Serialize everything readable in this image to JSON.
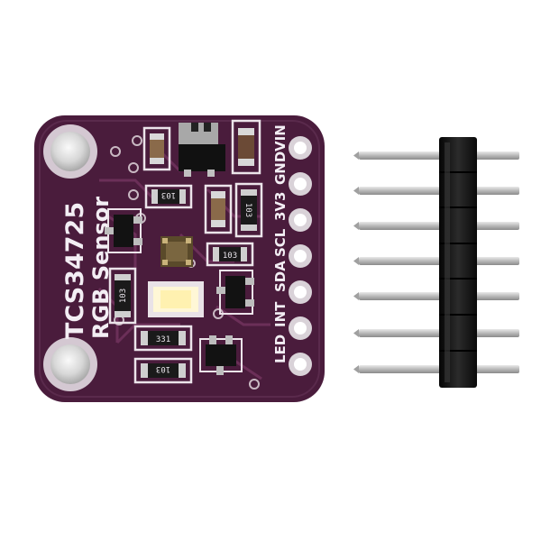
{
  "board": {
    "title": "TCS34725",
    "subtitle": "RGB Sensor",
    "pins": [
      "VIN",
      "GND",
      "3V3",
      "SCL",
      "SDA",
      "INT",
      "LED"
    ],
    "resistor_codes": [
      "103",
      "103",
      "103",
      "103",
      "331",
      "103"
    ],
    "color": "#4a1c3c"
  },
  "header": {
    "pin_count": 7,
    "color": "#1a1a1a"
  }
}
